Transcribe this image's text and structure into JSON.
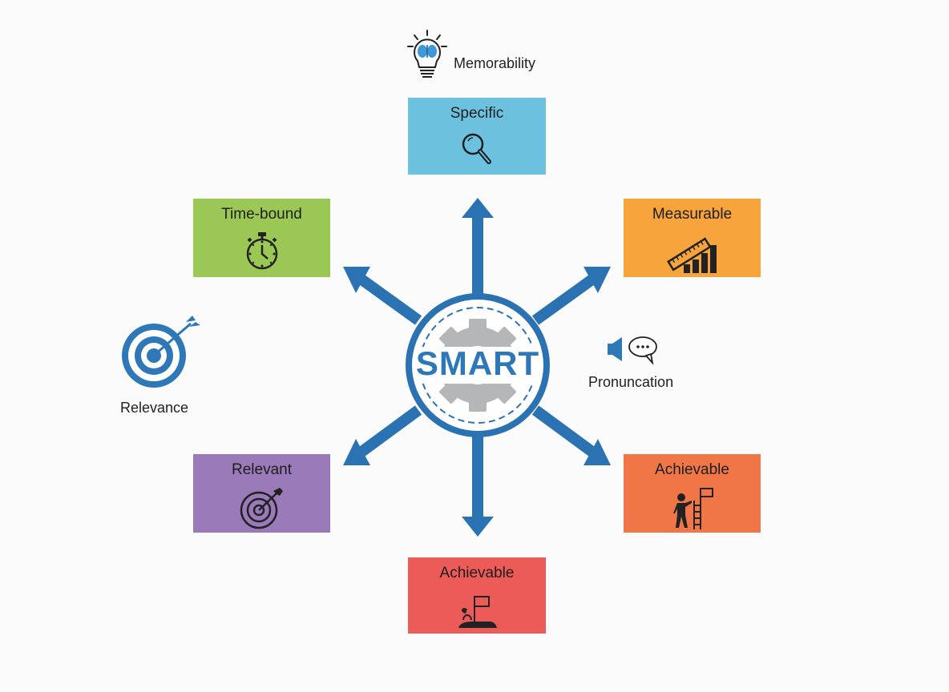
{
  "center": {
    "label": "SMART",
    "icon": "gear-icon",
    "color": "#2f78b7"
  },
  "colors": {
    "arrow": "#2a72b1",
    "gear": "#b5b6b8"
  },
  "boxes": [
    {
      "id": "specific",
      "label": "Specific",
      "icon": "magnifier-icon",
      "color": "#6cc1df",
      "position": "top"
    },
    {
      "id": "measurable",
      "label": "Measurable",
      "icon": "ruler-bar-chart-icon",
      "color": "#f7a43c",
      "position": "top-right"
    },
    {
      "id": "achievable-right",
      "label": "Achievable",
      "icon": "person-ladder-flag-icon",
      "color": "#f07648",
      "position": "bottom-right"
    },
    {
      "id": "achievable-bottom",
      "label": "Achievable",
      "icon": "summit-flag-icon",
      "color": "#ec5b58",
      "position": "bottom"
    },
    {
      "id": "relevant",
      "label": "Relevant",
      "icon": "target-arrow-icon",
      "color": "#9a7ab8",
      "position": "bottom-left"
    },
    {
      "id": "time-bound",
      "label": "Time-bound",
      "icon": "stopwatch-icon",
      "color": "#9bc854",
      "position": "top-left"
    }
  ],
  "annotations": [
    {
      "id": "memorability",
      "label": "Memorability",
      "icon": "lightbulb-brain-icon"
    },
    {
      "id": "pronunciation",
      "label": "Pronuncation",
      "icon": "speaker-speech-bubble-icon"
    },
    {
      "id": "relevance",
      "label": "Relevance",
      "icon": "bullseye-dart-icon"
    }
  ]
}
